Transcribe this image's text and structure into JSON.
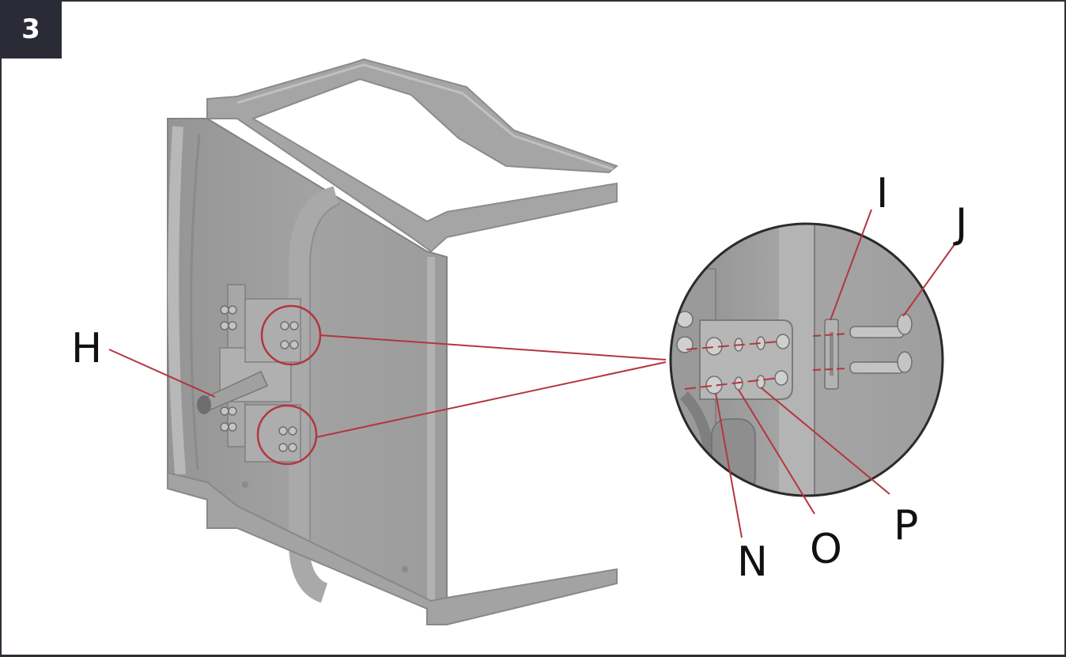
{
  "step": {
    "number": "3"
  },
  "colors": {
    "frame": "#2f2f3a",
    "badge": "#2b2b38",
    "leader_line": "#b3363f",
    "metal_light": "#a9a9a9",
    "metal_mid": "#9a9a9a",
    "metal_dark": "#7e7e7e"
  },
  "callouts": {
    "H": "H",
    "I": "I",
    "J": "J",
    "N": "N",
    "O": "O",
    "P": "P"
  },
  "icons": {
    "main": "chair-underside-assembly-icon",
    "detail": "bracket-detail-magnifier-icon"
  }
}
